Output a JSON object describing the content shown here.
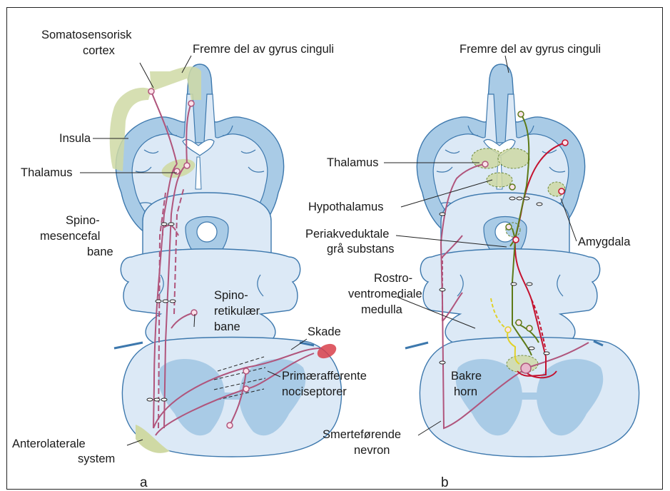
{
  "colors": {
    "tissue_light": "#dce9f6",
    "tissue_dark": "#a9cbe6",
    "outline": "#3d78ad",
    "cortex_green": "#cfd9a4",
    "pathway_pink": "#b0557c",
    "pathway_red": "#c4122f",
    "pathway_olive": "#5d7a18",
    "pathway_yellow": "#e0d12a",
    "injury_red": "#d8404a"
  },
  "panel_a": {
    "letter": "a",
    "labels": {
      "somatosensory_1": "Somatosensorisk",
      "somatosensory_2": "cortex",
      "cingulate": "Fremre del av gyrus cinguli",
      "insula": "Insula",
      "thalamus": "Thalamus",
      "spinomes_1": "Spino-",
      "spinomes_2": "mesencefal",
      "spinomes_3": "bane",
      "spinoret_1": "Spino-",
      "spinoret_2": "retikulær",
      "spinoret_3": "bane",
      "injury": "Skade",
      "primary_1": "Primærafferente",
      "primary_2": "nociseptorer",
      "anterolateral_1": "Anterolaterale",
      "anterolateral_2": "system"
    }
  },
  "panel_b": {
    "letter": "b",
    "labels": {
      "cingulate": "Fremre del av gyrus cinguli",
      "thalamus": "Thalamus",
      "hypothalamus": "Hypothalamus",
      "pag_1": "Periakveduktale",
      "pag_2": "grå substans",
      "amygdala": "Amygdala",
      "rvm_1": "Rostro-",
      "rvm_2": "ventromediale",
      "rvm_3": "medulla",
      "dorsal_horn_1": "Bakre",
      "dorsal_horn_2": "horn",
      "pain_neuron_1": "Smerteførende",
      "pain_neuron_2": "nevron"
    }
  }
}
